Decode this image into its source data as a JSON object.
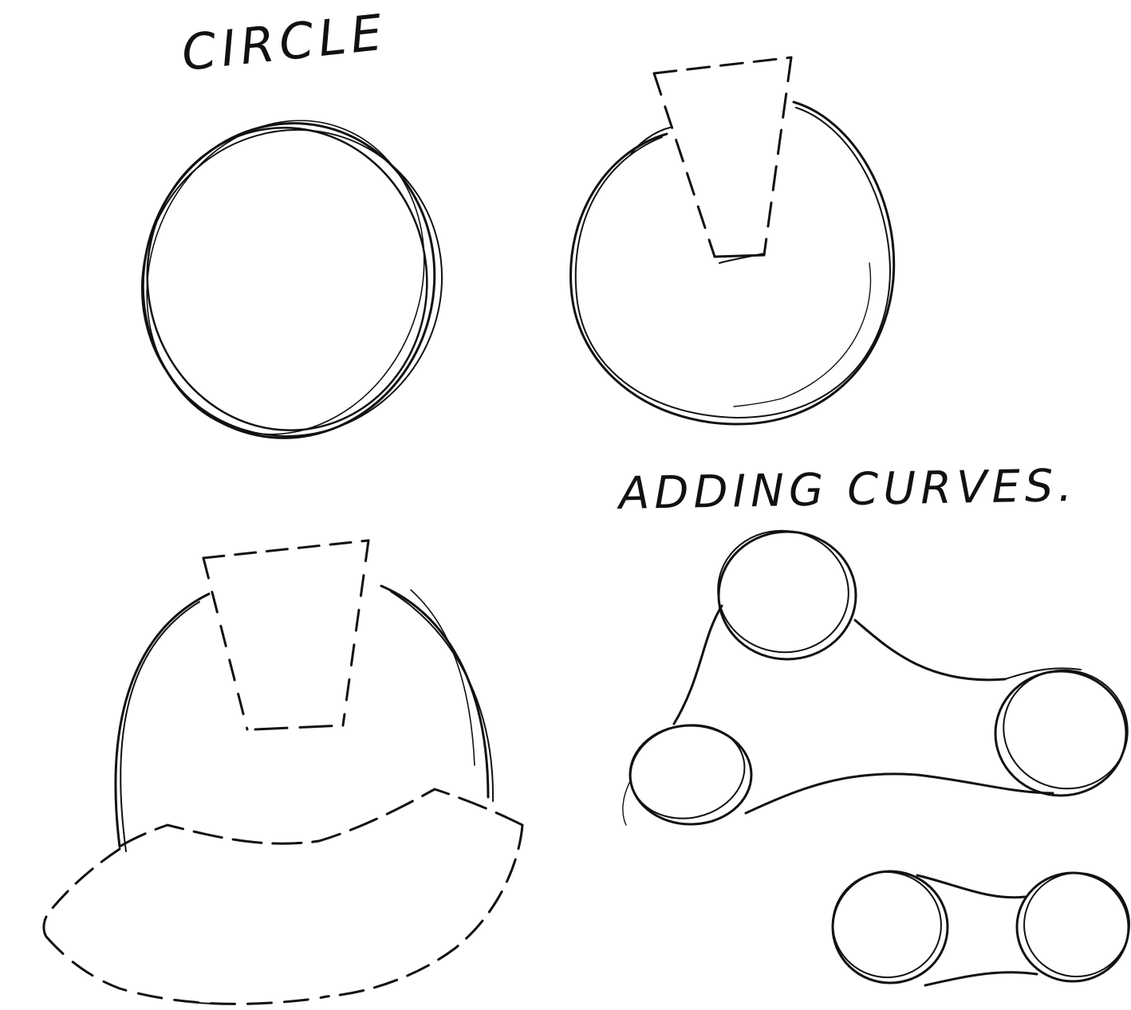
{
  "labels": {
    "circle": "CIRCLE",
    "adding_curves": "ADDING CURVES."
  },
  "ink_color": "#111111",
  "paper_color": "#ffffff",
  "drawings": [
    "sketched-circle",
    "circle-with-wedge-cut",
    "arc-with-cut-and-brim",
    "three-lobed-curved-shape",
    "two-lobed-curved-shape"
  ]
}
